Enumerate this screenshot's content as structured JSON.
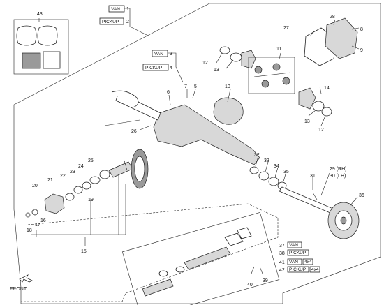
{
  "callouts": {
    "c1": "1",
    "c2": "2",
    "c3": "3",
    "c4": "4",
    "c5": "5",
    "c6": "6",
    "c7": "7",
    "c8": "8",
    "c9": "9",
    "c10": "10",
    "c11": "11",
    "c12a": "12",
    "c12b": "12",
    "c13a": "13",
    "c13b": "13",
    "c14": "14",
    "c15": "15",
    "c16": "16",
    "c17": "17",
    "c18": "18",
    "c19": "19",
    "c20": "20",
    "c21": "21",
    "c22": "22",
    "c23": "23",
    "c24": "24",
    "c25": "25",
    "c26": "26",
    "c27": "27",
    "c28": "28",
    "c29": "29 (RH)",
    "c30": "30 (LH)",
    "c31": "31",
    "c32": "32",
    "c33": "33",
    "c34": "34",
    "c35": "35",
    "c36": "36",
    "c37": "37",
    "c38": "38",
    "c39": "39",
    "c40": "40",
    "c41": "41",
    "c42": "42",
    "c43": "43"
  },
  "tags": {
    "van1": "VAN",
    "pickup2": "PICKUP",
    "van3": "VAN",
    "pickup4": "PICKUP",
    "van37": "VAN",
    "pickup38": "PICKUP",
    "van41": "VAN",
    "drive41": "4x4",
    "pickup42": "PICKUP",
    "drive42": "4x4"
  },
  "front_label": "FRONT"
}
